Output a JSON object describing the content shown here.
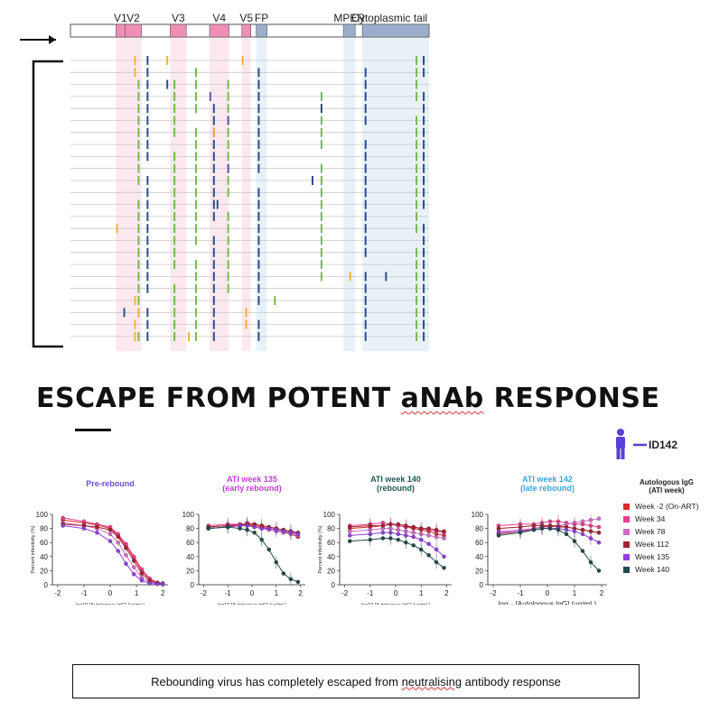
{
  "title": {
    "pre": "ESCAPE FROM POTENT ",
    "mid": "aNAb",
    "post": " RESPONSE"
  },
  "participant": {
    "id": "ID142",
    "icon": "person-icon",
    "color": "#5b3fd6"
  },
  "note": {
    "pre": "Rebounding virus has completely escaped from ",
    "mid": "neutralising",
    "post": " antibody response"
  },
  "env_map": {
    "regions": [
      {
        "label": "V1",
        "start": 0.127,
        "end": 0.152,
        "type": "variable"
      },
      {
        "label": "V2",
        "start": 0.152,
        "end": 0.198,
        "type": "variable"
      },
      {
        "label": "V3",
        "start": 0.278,
        "end": 0.323,
        "type": "variable"
      },
      {
        "label": "V4",
        "start": 0.388,
        "end": 0.442,
        "type": "variable"
      },
      {
        "label": "V5",
        "start": 0.478,
        "end": 0.503,
        "type": "variable"
      },
      {
        "label": "FP",
        "start": 0.518,
        "end": 0.548,
        "type": "functional"
      },
      {
        "label": "MPER",
        "start": 0.761,
        "end": 0.794,
        "type": "functional"
      },
      {
        "label": "Cytoplasmic tail",
        "start": 0.814,
        "end": 1.0,
        "type": "functional"
      }
    ],
    "colors": {
      "variable": "#f08fb5",
      "functional": "#9aaecb",
      "orange": "#f5b23a",
      "green": "#79b94a",
      "blue": "#2c4d8f",
      "purple": "#6b4fb8",
      "line": "#c8c8c8"
    }
  },
  "chart_data": [
    {
      "type": "line",
      "title": "Pre-rebound",
      "title_color": "#6a4ed1",
      "ylabel": "Percent infectivity (%)",
      "xlabel": "log10 [Autologous IgG] (μg/mL)",
      "xlim": [
        -2.2,
        2.2
      ],
      "ylim": [
        0,
        100
      ],
      "xticks": [
        -2,
        -1,
        0,
        1,
        2
      ],
      "yticks": [
        0,
        20,
        40,
        60,
        80,
        100
      ],
      "series": [
        {
          "name": "Week -2 (On-ART)",
          "color": "#d92b2b",
          "x": [
            -1.8,
            -1,
            -0.5,
            0,
            0.3,
            0.6,
            0.9,
            1.2,
            1.5,
            1.8,
            2
          ],
          "y": [
            92,
            88,
            85,
            80,
            70,
            55,
            38,
            20,
            8,
            3,
            2
          ]
        },
        {
          "name": "Week 34",
          "color": "#ee3c8e",
          "x": [
            -1.8,
            -1,
            -0.5,
            0,
            0.3,
            0.6,
            0.9,
            1.2,
            1.5,
            1.8,
            2
          ],
          "y": [
            95,
            90,
            86,
            82,
            72,
            58,
            40,
            22,
            9,
            3,
            2
          ]
        },
        {
          "name": "Week 78",
          "color": "#d46ac6",
          "x": [
            -1.8,
            -1,
            -0.5,
            0,
            0.3,
            0.6,
            0.9,
            1.2,
            1.5,
            1.8,
            2
          ],
          "y": [
            88,
            84,
            80,
            72,
            60,
            42,
            25,
            10,
            4,
            2,
            1
          ]
        },
        {
          "name": "Week 112",
          "color": "#a52230",
          "x": [
            -1.8,
            -1,
            -0.5,
            0,
            0.3,
            0.6,
            0.9,
            1.2,
            1.5,
            1.8,
            2
          ],
          "y": [
            86,
            84,
            82,
            78,
            68,
            52,
            34,
            16,
            6,
            2,
            1
          ]
        },
        {
          "name": "Week 135",
          "color": "#8f3fe0",
          "x": [
            -1.8,
            -1,
            -0.5,
            0,
            0.3,
            0.6,
            0.9,
            1.2,
            1.5,
            1.8,
            2
          ],
          "y": [
            84,
            80,
            74,
            62,
            48,
            30,
            15,
            6,
            2,
            1,
            1
          ]
        }
      ]
    },
    {
      "type": "line",
      "title": "ATI week 135\n(early rebound)",
      "title_color": "#c43ad8",
      "ylabel": "",
      "xlabel": "log10 [Autologous IgG] (μg/mL)",
      "xlim": [
        -2.2,
        2.2
      ],
      "ylim": [
        0,
        100
      ],
      "xticks": [
        -2,
        -1,
        0,
        1,
        2
      ],
      "yticks": [
        0,
        20,
        40,
        60,
        80,
        100
      ],
      "series": [
        {
          "name": "Week -2 (On-ART)",
          "color": "#d92b2b",
          "x": [
            -1.8,
            -1,
            -0.5,
            -0.2,
            0.1,
            0.4,
            0.7,
            1,
            1.3,
            1.6,
            1.9
          ],
          "y": [
            82,
            84,
            86,
            85,
            84,
            82,
            80,
            78,
            76,
            72,
            68
          ]
        },
        {
          "name": "Week 34",
          "color": "#ee3c8e",
          "x": [
            -1.8,
            -1,
            -0.5,
            -0.2,
            0.1,
            0.4,
            0.7,
            1,
            1.3,
            1.6,
            1.9
          ],
          "y": [
            84,
            86,
            86,
            88,
            86,
            84,
            82,
            80,
            78,
            76,
            72
          ]
        },
        {
          "name": "Week 78",
          "color": "#d46ac6",
          "x": [
            -1.8,
            -1,
            -0.5,
            -0.2,
            0.1,
            0.4,
            0.7,
            1,
            1.3,
            1.6,
            1.9
          ],
          "y": [
            80,
            82,
            84,
            84,
            82,
            80,
            78,
            76,
            74,
            72,
            70
          ]
        },
        {
          "name": "Week 112",
          "color": "#a52230",
          "x": [
            -1.8,
            -1,
            -0.5,
            -0.2,
            0.1,
            0.4,
            0.7,
            1,
            1.3,
            1.6,
            1.9
          ],
          "y": [
            82,
            84,
            84,
            86,
            86,
            84,
            82,
            80,
            78,
            76,
            74
          ]
        },
        {
          "name": "Week 135",
          "color": "#8f3fe0",
          "x": [
            -1.8,
            -1,
            -0.5,
            -0.2,
            0.1,
            0.4,
            0.7,
            1,
            1.3,
            1.6,
            1.9
          ],
          "y": [
            80,
            82,
            84,
            84,
            82,
            80,
            80,
            78,
            76,
            74,
            72
          ]
        },
        {
          "name": "Week 140",
          "color": "#1f4b4a",
          "x": [
            -1.8,
            -1,
            -0.5,
            -0.2,
            0.1,
            0.4,
            0.7,
            1,
            1.3,
            1.6,
            1.9
          ],
          "y": [
            80,
            82,
            80,
            78,
            74,
            64,
            50,
            32,
            16,
            8,
            4
          ]
        }
      ]
    },
    {
      "type": "line",
      "title": "ATI week 140\n(rebound)",
      "title_color": "#1f5a52",
      "ylabel": "Percent infectivity (%)",
      "xlabel": "log10 [Autologous IgG] (μg/mL)",
      "xlim": [
        -2.2,
        2.2
      ],
      "ylim": [
        0,
        100
      ],
      "xticks": [
        -2,
        -1,
        0,
        1,
        2
      ],
      "yticks": [
        0,
        20,
        40,
        60,
        80,
        100
      ],
      "series": [
        {
          "name": "Week -2 (On-ART)",
          "color": "#d92b2b",
          "x": [
            -1.8,
            -1,
            -0.5,
            -0.2,
            0.1,
            0.4,
            0.7,
            1,
            1.3,
            1.6,
            1.9
          ],
          "y": [
            80,
            82,
            84,
            86,
            84,
            82,
            80,
            78,
            76,
            72,
            70
          ]
        },
        {
          "name": "Week 34",
          "color": "#ee3c8e",
          "x": [
            -1.8,
            -1,
            -0.5,
            -0.2,
            0.1,
            0.4,
            0.7,
            1,
            1.3,
            1.6,
            1.9
          ],
          "y": [
            84,
            86,
            88,
            86,
            84,
            82,
            82,
            80,
            78,
            76,
            74
          ]
        },
        {
          "name": "Week 78",
          "color": "#d46ac6",
          "x": [
            -1.8,
            -1,
            -0.5,
            -0.2,
            0.1,
            0.4,
            0.7,
            1,
            1.3,
            1.6,
            1.9
          ],
          "y": [
            76,
            78,
            80,
            80,
            78,
            76,
            74,
            72,
            70,
            68,
            66
          ]
        },
        {
          "name": "Week 112",
          "color": "#a52230",
          "x": [
            -1.8,
            -1,
            -0.5,
            -0.2,
            0.1,
            0.4,
            0.7,
            1,
            1.3,
            1.6,
            1.9
          ],
          "y": [
            82,
            84,
            84,
            86,
            86,
            84,
            82,
            80,
            80,
            78,
            76
          ]
        },
        {
          "name": "Week 135",
          "color": "#8f3fe0",
          "x": [
            -1.8,
            -1,
            -0.5,
            -0.2,
            0.1,
            0.4,
            0.7,
            1,
            1.3,
            1.6,
            1.9
          ],
          "y": [
            70,
            72,
            74,
            74,
            72,
            70,
            68,
            64,
            58,
            50,
            40
          ]
        },
        {
          "name": "Week 140",
          "color": "#1f4b4a",
          "x": [
            -1.8,
            -1,
            -0.5,
            -0.2,
            0.1,
            0.4,
            0.7,
            1,
            1.3,
            1.6,
            1.9
          ],
          "y": [
            62,
            64,
            66,
            66,
            64,
            60,
            56,
            50,
            42,
            32,
            24
          ]
        }
      ]
    },
    {
      "type": "line",
      "title": "ATI week 142\n(late rebound)",
      "title_color": "#3aa6d8",
      "ylabel": "",
      "xlabel": "log₁₀ [Autologous IgG] (μg/mL)",
      "xlim": [
        -2.2,
        2.2
      ],
      "ylim": [
        0,
        100
      ],
      "xticks": [
        -2,
        -1,
        0,
        1,
        2
      ],
      "yticks": [
        0,
        20,
        40,
        60,
        80,
        100
      ],
      "series": [
        {
          "name": "Week -2 (On-ART)",
          "color": "#d92b2b",
          "x": [
            -1.8,
            -1,
            -0.5,
            -0.2,
            0.1,
            0.4,
            0.7,
            1,
            1.3,
            1.6,
            1.9
          ],
          "y": [
            72,
            76,
            80,
            82,
            84,
            84,
            82,
            80,
            78,
            76,
            74
          ]
        },
        {
          "name": "Week 34",
          "color": "#ee3c8e",
          "x": [
            -1.8,
            -1,
            -0.5,
            -0.2,
            0.1,
            0.4,
            0.7,
            1,
            1.3,
            1.6,
            1.9
          ],
          "y": [
            84,
            86,
            86,
            88,
            90,
            90,
            88,
            86,
            86,
            84,
            82
          ]
        },
        {
          "name": "Week 78",
          "color": "#d46ac6",
          "x": [
            -1.8,
            -1,
            -0.5,
            -0.2,
            0.1,
            0.4,
            0.7,
            1,
            1.3,
            1.6,
            1.9
          ],
          "y": [
            76,
            78,
            80,
            82,
            82,
            84,
            86,
            88,
            90,
            92,
            94
          ]
        },
        {
          "name": "Week 112",
          "color": "#a52230",
          "x": [
            -1.8,
            -1,
            -0.5,
            -0.2,
            0.1,
            0.4,
            0.7,
            1,
            1.3,
            1.6,
            1.9
          ],
          "y": [
            80,
            82,
            84,
            84,
            84,
            82,
            82,
            80,
            78,
            76,
            74
          ]
        },
        {
          "name": "Week 135",
          "color": "#8f3fe0",
          "x": [
            -1.8,
            -1,
            -0.5,
            -0.2,
            0.1,
            0.4,
            0.7,
            1,
            1.3,
            1.6,
            1.9
          ],
          "y": [
            74,
            76,
            78,
            80,
            80,
            80,
            78,
            76,
            72,
            66,
            60
          ]
        },
        {
          "name": "Week 140",
          "color": "#1f4b4a",
          "x": [
            -1.8,
            -1,
            -0.5,
            -0.2,
            0.1,
            0.4,
            0.7,
            1,
            1.3,
            1.6,
            1.9
          ],
          "y": [
            70,
            74,
            78,
            80,
            80,
            78,
            72,
            62,
            48,
            32,
            20
          ]
        }
      ]
    }
  ],
  "legend": {
    "title": "Autologous IgG\n(ATI week)",
    "items": [
      {
        "label": "Week -2 (On-ART)",
        "color": "#d92b2b"
      },
      {
        "label": "Week 34",
        "color": "#ee3c8e"
      },
      {
        "label": "Week 78",
        "color": "#d46ac6"
      },
      {
        "label": "Week 112",
        "color": "#a52230"
      },
      {
        "label": "Week 135",
        "color": "#8f3fe0"
      },
      {
        "label": "Week 140",
        "color": "#1f4b4a"
      }
    ]
  }
}
